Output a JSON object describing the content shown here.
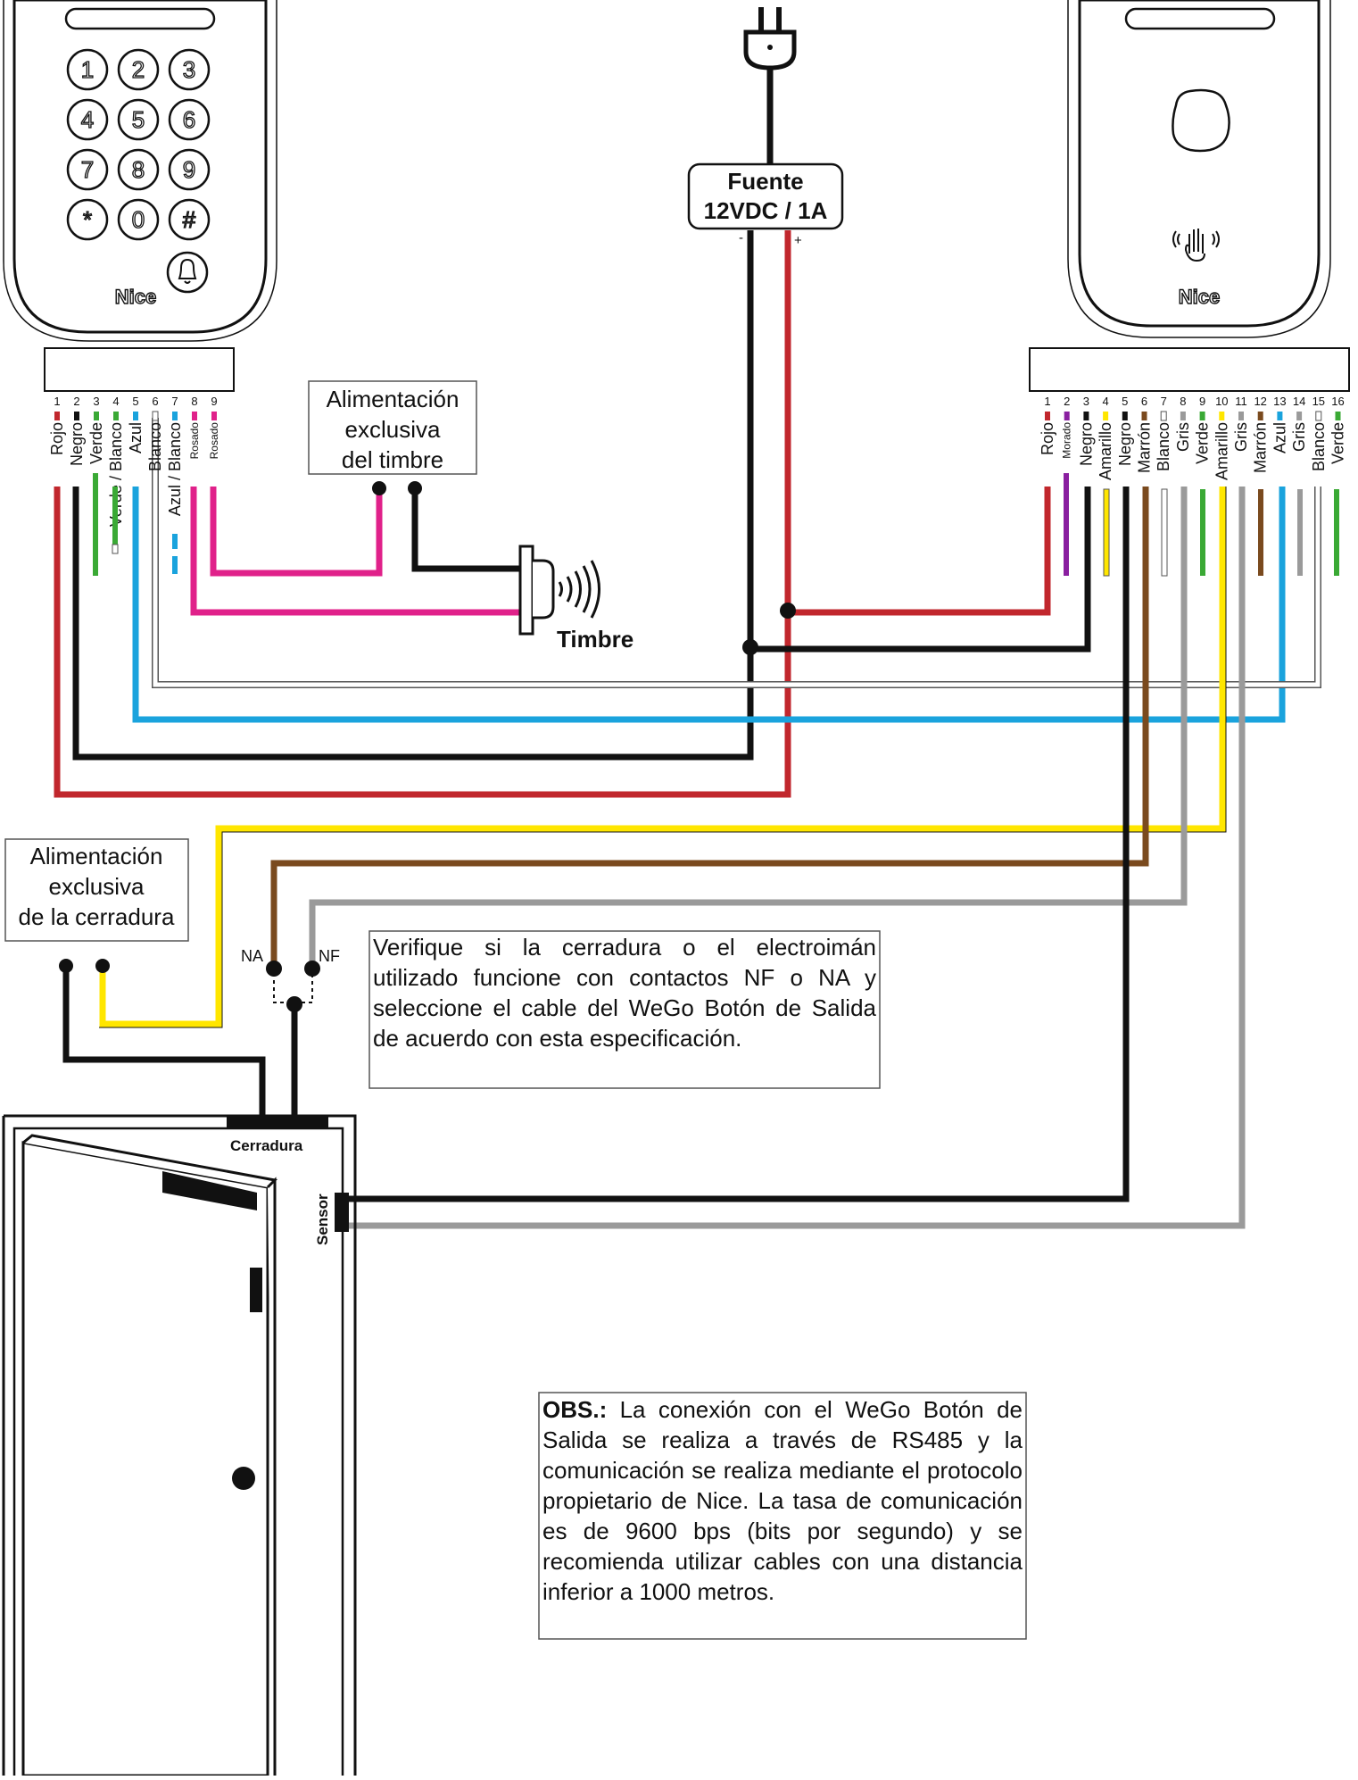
{
  "colors": {
    "rojo": "#c1272d",
    "negro": "#111111",
    "verde": "#3aa935",
    "azul": "#1aa3dd",
    "blanco": "#ffffff",
    "rosado": "#e0218a",
    "morado": "#8a1fa0",
    "amarillo": "#ffe600",
    "marron": "#7a4a1e",
    "gris": "#9a9a9a"
  },
  "power_supply": {
    "title": "Fuente",
    "rating": "12VDC / 1A",
    "minus": "-",
    "plus": "+"
  },
  "keypad": {
    "keys": [
      "1",
      "2",
      "3",
      "4",
      "5",
      "6",
      "7",
      "8",
      "9",
      "*",
      "0",
      "#"
    ],
    "brand": "Nice",
    "bell_icon": "bell-icon",
    "pin_numbers": [
      "1",
      "2",
      "3",
      "4",
      "5",
      "6",
      "7",
      "8",
      "9"
    ],
    "wire_labels": [
      "Rojo",
      "Negro",
      "Verde",
      "Verde / Blanco",
      "Azul",
      "Blanco",
      "Azul / Blanco",
      "Rosado",
      "Rosado"
    ]
  },
  "exit_button": {
    "brand": "Nice",
    "hand_icon": "touch-hand-icon",
    "pin_numbers": [
      "1",
      "2",
      "3",
      "4",
      "5",
      "6",
      "7",
      "8",
      "9",
      "10",
      "11",
      "12",
      "13",
      "14",
      "15",
      "16"
    ],
    "wire_labels": [
      "Rojo",
      "Morado",
      "Negro",
      "Amarillo",
      "Negro",
      "Marrón",
      "Blanco",
      "Gris",
      "Verde",
      "Amarillo",
      "Gris",
      "Marrón",
      "Azul",
      "Gris",
      "Blanco",
      "Verde"
    ]
  },
  "bell_power": {
    "line1": "Alimentación",
    "line2": "exclusiva",
    "line3": "del timbre"
  },
  "doorbell": {
    "label": "Timbre"
  },
  "lock_power": {
    "line1": "Alimentación",
    "line2": "exclusiva",
    "line3": "de la cerradura"
  },
  "lock": {
    "na": "NA",
    "nf": "NF",
    "lock_label": "Cerradura",
    "sensor_label": "Sensor"
  },
  "notes": {
    "verify": "Verifique si la cerradura o el electroimán utilizado funcione con contactos NF o NA y seleccione el cable del WeGo Botón de Salida de acuerdo con esta especificación.",
    "obs_prefix": "OBS.:",
    "obs_text": " La conexión con el WeGo Botón de Salida se realiza a través de RS485 y la comunicación se realiza mediante el protocolo propietario de Nice. La tasa de comunicación es de 9600 bps (bits por segundo) y se recomienda utilizar cables con una distancia inferior a 1000 metros."
  }
}
